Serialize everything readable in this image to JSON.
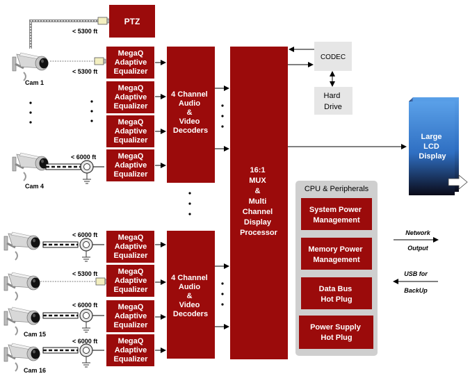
{
  "ptz": {
    "label": "PTZ"
  },
  "equalizer": {
    "lines": [
      "MegaQ",
      "Adaptive",
      "Equalizer"
    ]
  },
  "decoder": {
    "lines": [
      "4 Channel",
      "Audio",
      "&",
      "Video",
      "Decoders"
    ]
  },
  "mux": {
    "lines": [
      "16:1",
      "MUX",
      "&",
      "Multi",
      "Channel",
      "Display",
      "Processor"
    ]
  },
  "codec": {
    "label": "CODEC"
  },
  "hard_drive": {
    "lines": [
      "Hard",
      "Drive"
    ]
  },
  "lcd": {
    "lines": [
      "Large",
      "LCD",
      "Display"
    ]
  },
  "cpu_panel": {
    "title": "CPU & Peripherals",
    "items": [
      {
        "lines": [
          "System Power",
          "Management"
        ]
      },
      {
        "lines": [
          "Memory Power",
          "Management"
        ]
      },
      {
        "lines": [
          "Data Bus",
          "Hot Plug"
        ]
      },
      {
        "lines": [
          "Power Supply",
          "Hot Plug"
        ]
      }
    ]
  },
  "cameras": {
    "cam1": "Cam 1",
    "cam4": "Cam 4",
    "cam15": "Cam 15",
    "cam16": "Cam 16"
  },
  "distances": {
    "ptz": "< 5300 ft",
    "row1": "< 5300 ft",
    "row4": "< 6000 ft",
    "row5": "< 6000 ft",
    "row6": "< 5300 ft",
    "row7": "< 6000 ft",
    "row8": "< 6000 ft"
  },
  "network": {
    "line1": "Network",
    "line2": "Output"
  },
  "usb": {
    "line1": "USB for",
    "line2": "BackUp"
  },
  "colors": {
    "block": "#9b0b0b",
    "panel": "#cfcfcf",
    "light_box": "#e6e6e6",
    "lcd_top": "#4a8fdc",
    "lcd_bottom": "#0a0a14"
  }
}
